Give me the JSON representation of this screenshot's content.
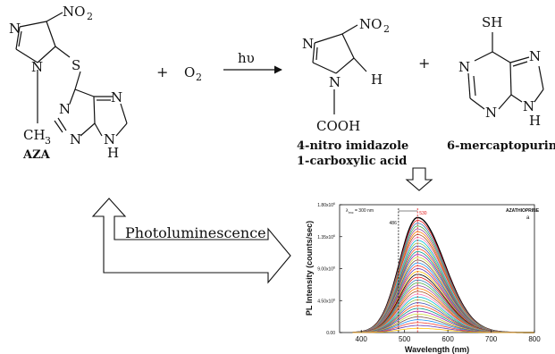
{
  "reaction": {
    "reactant_label": "AZA",
    "plus": "+",
    "oxygen": "O",
    "oxygen_sub": "2",
    "condition": "hυ",
    "product1_label_line1": "4-nitro imidazole",
    "product1_label_line2": "1-carboxylic acid",
    "product2_label": "6-mercaptopurine",
    "atoms": {
      "N": "N",
      "NO": "NO",
      "no_sub": "2",
      "S": "S",
      "CH": "CH",
      "ch_sub": "3",
      "H": "H",
      "COOH": "COOH",
      "SH": "SH"
    }
  },
  "process_label": "Photoluminescence",
  "chart_data": {
    "type": "line",
    "title": "AZATHIOPRINE",
    "panel_letter": "a",
    "excitation_note": "λ",
    "excitation_sub": "exc",
    "excitation_value": " = 300 nm",
    "xlabel": "Wavelength (nm)",
    "ylabel": "PL Intensity (counts/sec)",
    "xlim": [
      350,
      800
    ],
    "ylim": [
      0,
      1.8
    ],
    "xticks": [
      "400",
      "500",
      "600",
      "700",
      "800"
    ],
    "xtick_values": [
      400,
      500,
      600,
      700,
      800
    ],
    "yticks": [
      "0.00",
      "4.50x10",
      "9.00x10",
      "1.35x10",
      "1.80x10"
    ],
    "ytick_exp": "6",
    "ytick_values": [
      0,
      0.45,
      0.9,
      1.35,
      1.8
    ],
    "markers": [
      {
        "label": "486",
        "x": 486,
        "color": "#111111"
      },
      {
        "label": "530",
        "x": 530,
        "color": "#e01818"
      }
    ],
    "peak_x": 530,
    "curve_count": 40,
    "max_peak": 1.6,
    "colors": [
      "#000000",
      "#e41a1c",
      "#377eb8",
      "#4daf4a",
      "#984ea3",
      "#ff7f00",
      "#a65628",
      "#f781bf",
      "#00bcd4",
      "#8bc34a",
      "#3f51b5",
      "#ff5722",
      "#009688",
      "#9c27b0",
      "#cddc39",
      "#795548",
      "#2196f3",
      "#f44336",
      "#673ab7",
      "#ffc107"
    ]
  }
}
